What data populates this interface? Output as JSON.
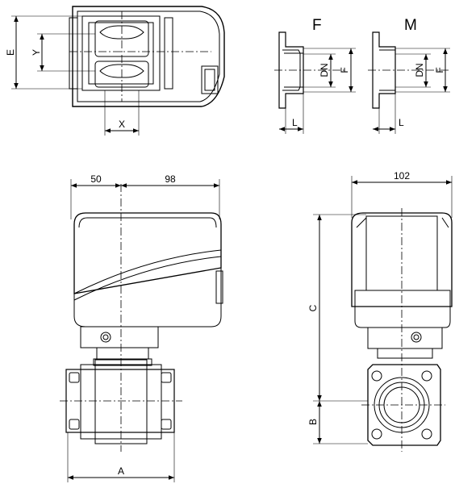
{
  "views": {
    "flange_f": {
      "title": "F",
      "labels": {
        "dn": "DN",
        "f": "F",
        "l": "L"
      }
    },
    "flange_m": {
      "title": "M",
      "labels": {
        "dn": "DN",
        "f": "F",
        "l": "L"
      }
    }
  },
  "dimensions": {
    "e": "E",
    "y": "Y",
    "x": "X",
    "offset_left": "50",
    "offset_right": "98",
    "width_side": "102",
    "a": "A",
    "b": "B",
    "c": "C"
  }
}
